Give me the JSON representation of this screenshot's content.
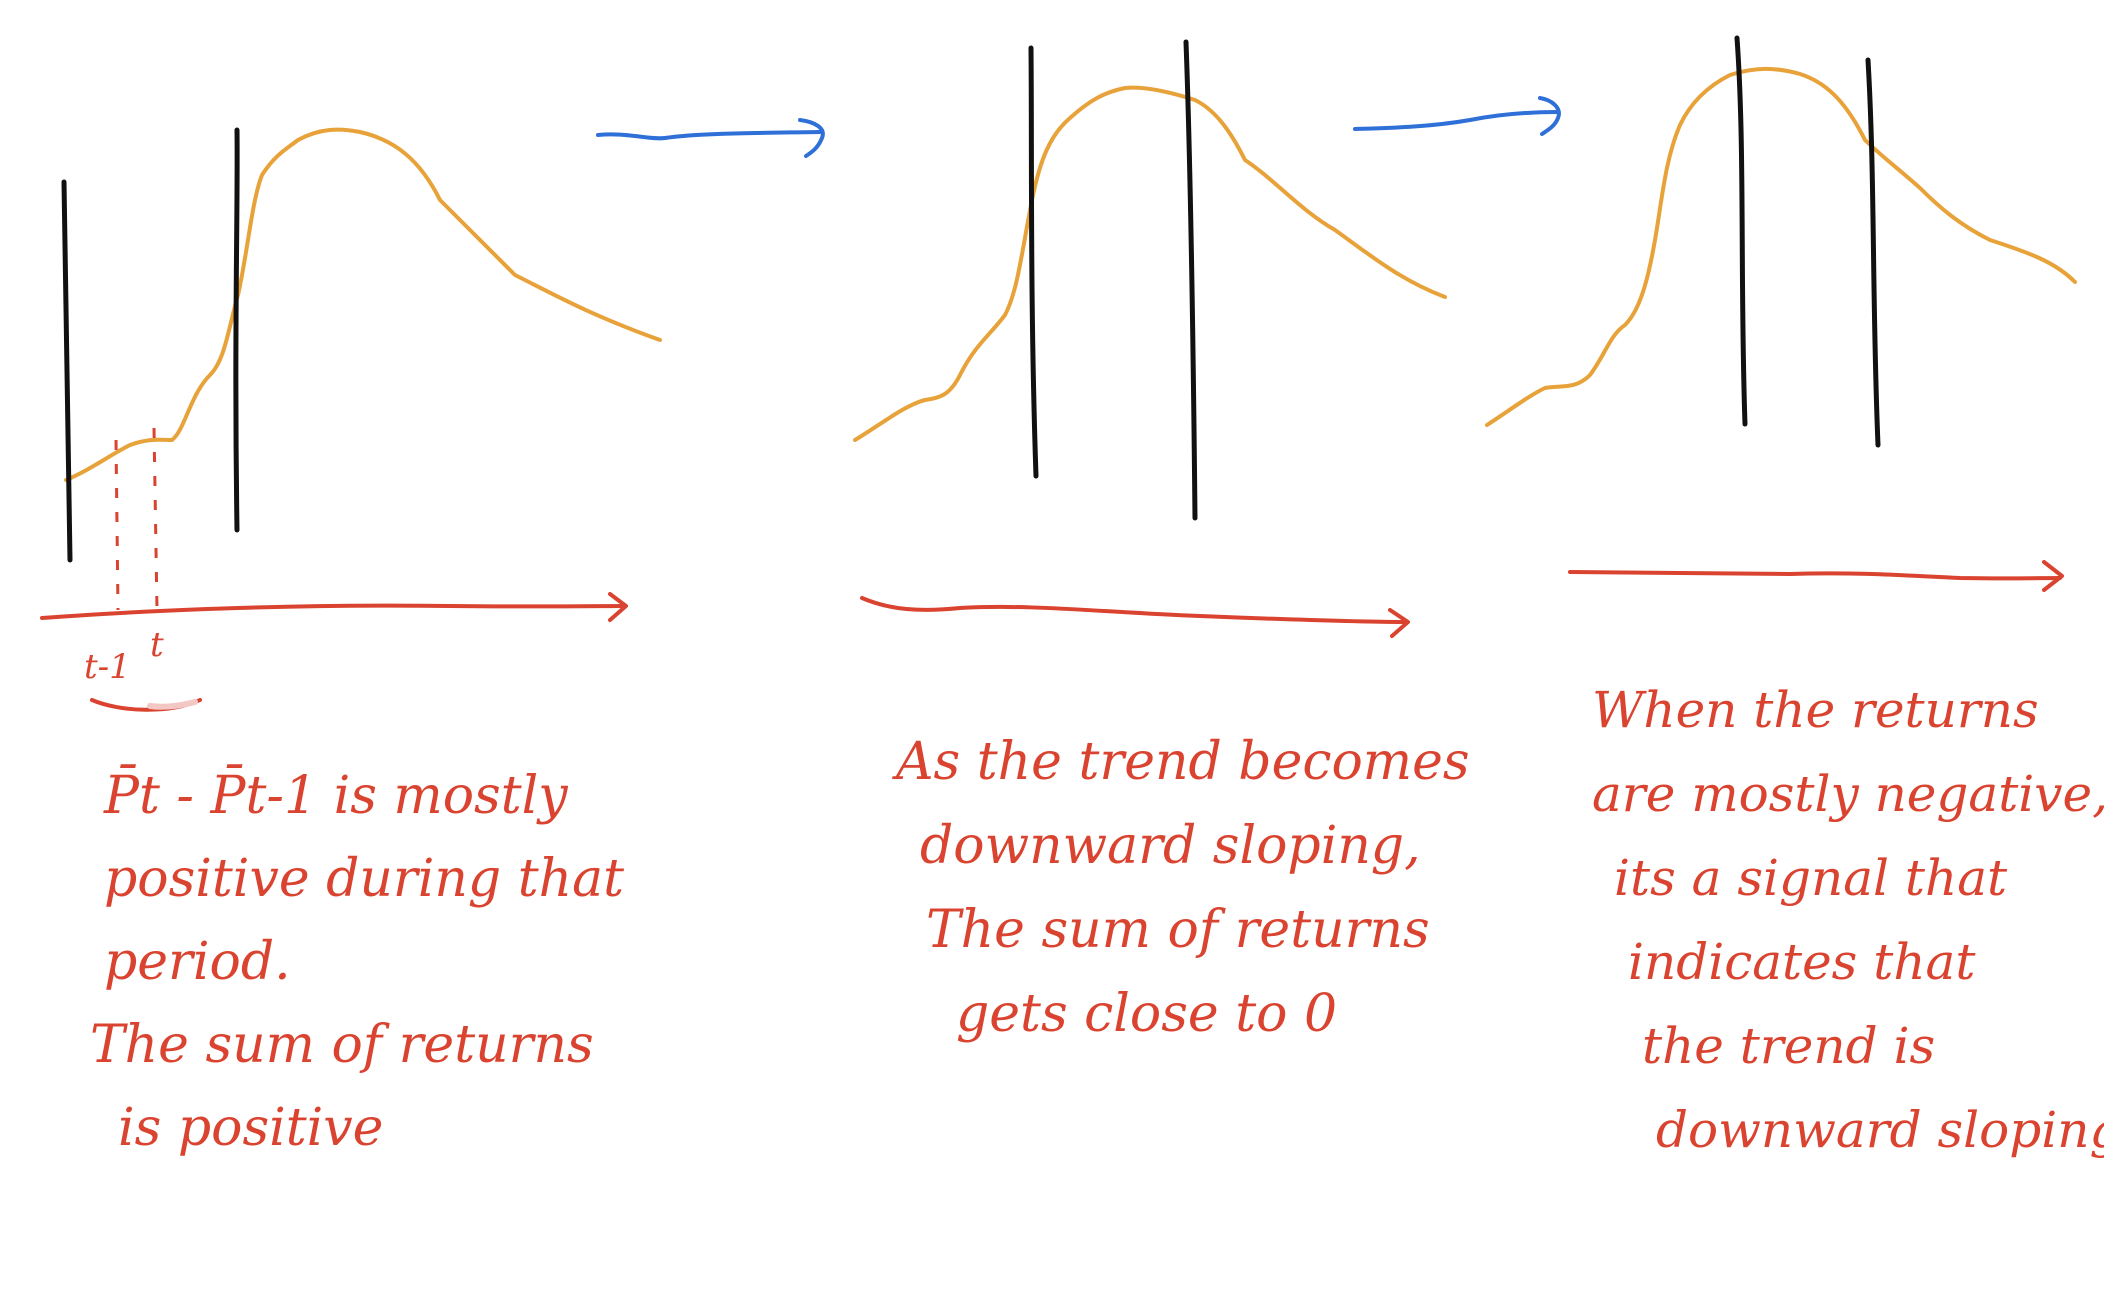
{
  "colors": {
    "curve": "#E8A23A",
    "window": "#111111",
    "axis": "#D9432F",
    "text": "#D9432F",
    "arrow": "#2E6FD8",
    "bracket_fill": "#F2C7C4"
  },
  "panels": [
    {
      "axis_ticks": {
        "left": "t-1",
        "right": "t"
      },
      "caption": [
        "P̄t - P̄t-1 is mostly",
        "positive during that",
        "period.",
        "The sum of returns",
        "is positive"
      ]
    },
    {
      "caption": [
        "As the trend becomes",
        "downward sloping,",
        "The sum of returns",
        "gets close to 0"
      ]
    },
    {
      "caption": [
        "When the returns",
        "are mostly negative,",
        "its a signal that",
        "indicates that",
        "the trend is",
        "downward sloping"
      ]
    }
  ],
  "transition_arrows": [
    {
      "from": "panel-1",
      "to": "panel-2",
      "icon": "right-arrow-icon"
    },
    {
      "from": "panel-2",
      "to": "panel-3",
      "icon": "right-arrow-icon"
    }
  ]
}
